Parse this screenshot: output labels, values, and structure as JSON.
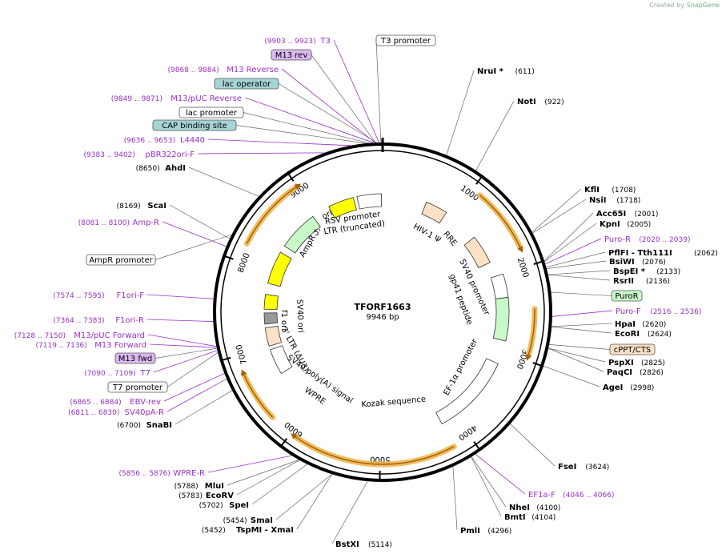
{
  "header": {
    "credit_prefix": "Created by",
    "credit_brand": "SnapGene"
  },
  "plasmid": {
    "name": "TFORF1663",
    "length_bp": 9946,
    "length_label": "9946 bp"
  },
  "colors": {
    "primer": "#9a2fc9",
    "orf": "#f0b040",
    "orf_line": "#a06010",
    "arrow_green": "#c8f7c8",
    "arrow_yellow": "#ffff00",
    "arrow_peach": "#fde1c4",
    "arrow_white": "#ffffff",
    "arrow_gray": "#999999",
    "box_lac": "#a4d4d4",
    "box_cap": "#a4d4d4",
    "box_m13rev": "#dcb8f0",
    "box_puro": "#c8f7c8",
    "box_cppt": "#fde1c4",
    "box_m13fwd": "#dcb8f0"
  },
  "ruler_ticks": [
    "1000",
    "2000",
    "3000",
    "4000",
    "5000",
    "6000",
    "7000",
    "8000",
    "9000"
  ],
  "enzymes": [
    {
      "name": "NruI *",
      "pos": "(611)",
      "bp": 611
    },
    {
      "name": "NotI",
      "pos": "(922)",
      "bp": 922
    },
    {
      "name": "KflI",
      "pos": "(1708)",
      "bp": 1708
    },
    {
      "name": "NsiI",
      "pos": "(1718)",
      "bp": 1718
    },
    {
      "name": "Acc65I",
      "pos": "(2001)",
      "bp": 2001
    },
    {
      "name": "KpnI",
      "pos": "(2005)",
      "bp": 2005
    },
    {
      "name": "PflFI - Tth111I",
      "pos": "(2062)",
      "bp": 2062
    },
    {
      "name": "BsiWI",
      "pos": "(2076)",
      "bp": 2076
    },
    {
      "name": "BspEI *",
      "pos": "(2133)",
      "bp": 2133
    },
    {
      "name": "RsrII",
      "pos": "(2136)",
      "bp": 2136
    },
    {
      "name": "HpaI",
      "pos": "(2620)",
      "bp": 2620
    },
    {
      "name": "EcoRI",
      "pos": "(2624)",
      "bp": 2624
    },
    {
      "name": "PspXI",
      "pos": "(2825)",
      "bp": 2825
    },
    {
      "name": "PaqCI",
      "pos": "(2826)",
      "bp": 2826
    },
    {
      "name": "AgeI",
      "pos": "(2998)",
      "bp": 2998
    },
    {
      "name": "FseI",
      "pos": "(3624)",
      "bp": 3624
    },
    {
      "name": "NheI",
      "pos": "(4100)",
      "bp": 4100
    },
    {
      "name": "BmtI",
      "pos": "(4104)",
      "bp": 4104
    },
    {
      "name": "PmlI",
      "pos": "(4296)",
      "bp": 4296
    },
    {
      "name": "BstXI",
      "pos": "(5114)",
      "bp": 5114
    },
    {
      "name": "SmaI",
      "pos": "(5454)",
      "bp": 5454
    },
    {
      "name": "TspMI - XmaI",
      "pos": "(5452)",
      "bp": 5452
    },
    {
      "name": "SpeI",
      "pos": "(5702)",
      "bp": 5702
    },
    {
      "name": "EcoRV",
      "pos": "(5783)",
      "bp": 5783
    },
    {
      "name": "MluI",
      "pos": "(5788)",
      "bp": 5788
    },
    {
      "name": "SnaBI",
      "pos": "(6700)",
      "bp": 6700
    },
    {
      "name": "ScaI",
      "pos": "(8169)",
      "bp": 8169
    },
    {
      "name": "AhdI",
      "pos": "(8650)",
      "bp": 8650
    }
  ],
  "primers": [
    {
      "name": "T3",
      "range": "(9903 .. 9923)",
      "bp": 9913
    },
    {
      "name": "M13 Reverse",
      "range": "(9868 .. 9884)",
      "bp": 9876
    },
    {
      "name": "M13/pUC Reverse",
      "range": "(9849 .. 9871)",
      "bp": 9860
    },
    {
      "name": "L4440",
      "range": "(9636 .. 9653)",
      "bp": 9645
    },
    {
      "name": "pBR322ori-F",
      "range": "(9383 .. 9402)",
      "bp": 9392
    },
    {
      "name": "Amp-R",
      "range": "(8081 .. 8100)",
      "bp": 8090
    },
    {
      "name": "F1ori-F",
      "range": "(7574 .. 7595)",
      "bp": 7585
    },
    {
      "name": "F1ori-R",
      "range": "(7364 .. 7383)",
      "bp": 7373
    },
    {
      "name": "M13/pUC Forward",
      "range": "(7128 .. 7150)",
      "bp": 7139
    },
    {
      "name": "M13 Forward",
      "range": "(7119 .. 7136)",
      "bp": 7128
    },
    {
      "name": "T7",
      "range": "(7090 .. 7109)",
      "bp": 7100
    },
    {
      "name": "EBV-rev",
      "range": "(6865 .. 6884)",
      "bp": 6875
    },
    {
      "name": "SV40pA-R",
      "range": "(6811 .. 6830)",
      "bp": 6820
    },
    {
      "name": "WPRE-R",
      "range": "(5856 .. 5876)",
      "bp": 5866
    },
    {
      "name": "Puro-R",
      "range": "(2020 .. 2039)",
      "bp": 2030
    },
    {
      "name": "Puro-F",
      "range": "(2516 .. 2536)",
      "bp": 2526
    },
    {
      "name": "EF1a-F",
      "range": "(4046 .. 4066)",
      "bp": 4056
    }
  ],
  "boxed_features": [
    {
      "name": "T3 promoter",
      "bp": 9930,
      "fill": "#ffffff"
    },
    {
      "name": "M13 rev",
      "bp": 9880,
      "fill": "#dcb8f0"
    },
    {
      "name": "lac operator",
      "bp": 9890,
      "fill": "#a4d4d4"
    },
    {
      "name": "lac promoter",
      "bp": 9820,
      "fill": "#ffffff"
    },
    {
      "name": "CAP binding site",
      "bp": 9790,
      "fill": "#a4d4d4"
    },
    {
      "name": "PuroR",
      "bp": 2300,
      "fill": "#c8f7c8"
    },
    {
      "name": "cPPT/CTS",
      "bp": 2790,
      "fill": "#fde1c4"
    },
    {
      "name": "AmpR promoter",
      "bp": 8210,
      "fill": "#ffffff"
    },
    {
      "name": "M13 fwd",
      "bp": 7120,
      "fill": "#dcb8f0"
    },
    {
      "name": "T7 promoter",
      "bp": 7080,
      "fill": "#ffffff"
    }
  ],
  "inner_labels": [
    "RSV promoter",
    "5' LTR (truncated)",
    "HIV-1 Ψ",
    "RRE",
    "SV40 promoter",
    "gp41 peptide",
    "EF-1α promoter",
    "Kozak sequence",
    "WPRE",
    "3' LTR (ΔU3)",
    "SV40 poly(A) signal",
    "SV40 ori",
    "f1 ori",
    "AmpR",
    "ori"
  ]
}
